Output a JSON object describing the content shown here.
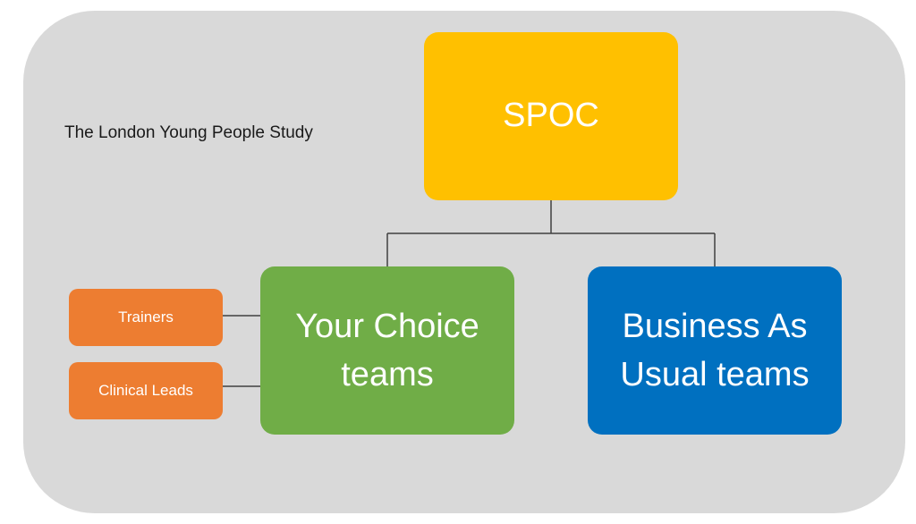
{
  "diagram": {
    "title": "The London Young People Study",
    "nodes": {
      "spoc": {
        "label": "SPOC",
        "color": "#ffc000"
      },
      "your_choice": {
        "line1": "Your Choice",
        "line2": "teams",
        "color": "#70ad47"
      },
      "business_as_usual": {
        "line1": "Business As",
        "line2": "Usual teams",
        "color": "#0070c0"
      },
      "trainers": {
        "label": "Trainers",
        "color": "#ed7d31"
      },
      "clinical_leads": {
        "label": "Clinical Leads",
        "color": "#ed7d31"
      }
    },
    "edges": [
      [
        "SPOC",
        "Your Choice teams"
      ],
      [
        "SPOC",
        "Business As Usual teams"
      ],
      [
        "Trainers",
        "Your Choice teams"
      ],
      [
        "Clinical Leads",
        "Your Choice teams"
      ]
    ],
    "panel_color": "#d9d9d9",
    "connector_color": "#404040"
  }
}
